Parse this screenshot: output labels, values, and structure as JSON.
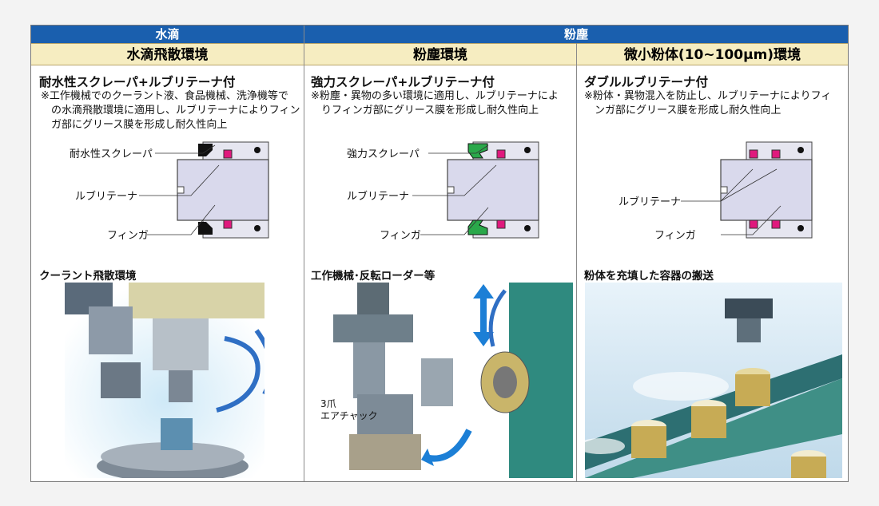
{
  "header": {
    "left_group": "水滴",
    "right_group": "粉塵",
    "envs": [
      "水滴飛散環境",
      "粉塵環境",
      "微小粉体(10~100μm)環境"
    ]
  },
  "columns": [
    {
      "title": "耐水性スクレーパ+ルブリテーナ付",
      "desc": [
        "※工作機械でのクーラント液、食品機械、洗浄機等で",
        "の水滴飛散環境に適用し、ルブリテーナによりフィン",
        "ガ部にグリース膜を形成し耐久性向上"
      ],
      "labels": [
        "耐水性スクレーパ",
        "ルブリテーナ",
        "フィンガ"
      ],
      "section": "クーラント飛散環境"
    },
    {
      "title": "強力スクレーパ+ルブリテーナ付",
      "desc": [
        "※粉塵・異物の多い環境に適用し、ルブリテーナによ",
        "りフィンガ部にグリース膜を形成し耐久性向上"
      ],
      "labels": [
        "強力スクレーパ",
        "ルブリテーナ",
        "フィンガ"
      ],
      "section": "工作機械･反転ローダー等",
      "photo_label": [
        "3爪",
        "エアチャック"
      ]
    },
    {
      "title": "ダブルルブリテーナ付",
      "desc": [
        "※粉体・異物混入を防止し、ルブリテーナによりフィ",
        "ンガ部にグリース膜を形成し耐久性向上"
      ],
      "labels": [
        "ルブリテーナ",
        "フィンガ"
      ],
      "section": "粉体を充填した容器の搬送"
    }
  ],
  "colors": {
    "header_blue": "#1a5fae",
    "header_cream": "#f6edc1",
    "magenta": "#e0197d",
    "scraper_green": "#2aa84a",
    "body_lavender": "#d9d9ec"
  }
}
